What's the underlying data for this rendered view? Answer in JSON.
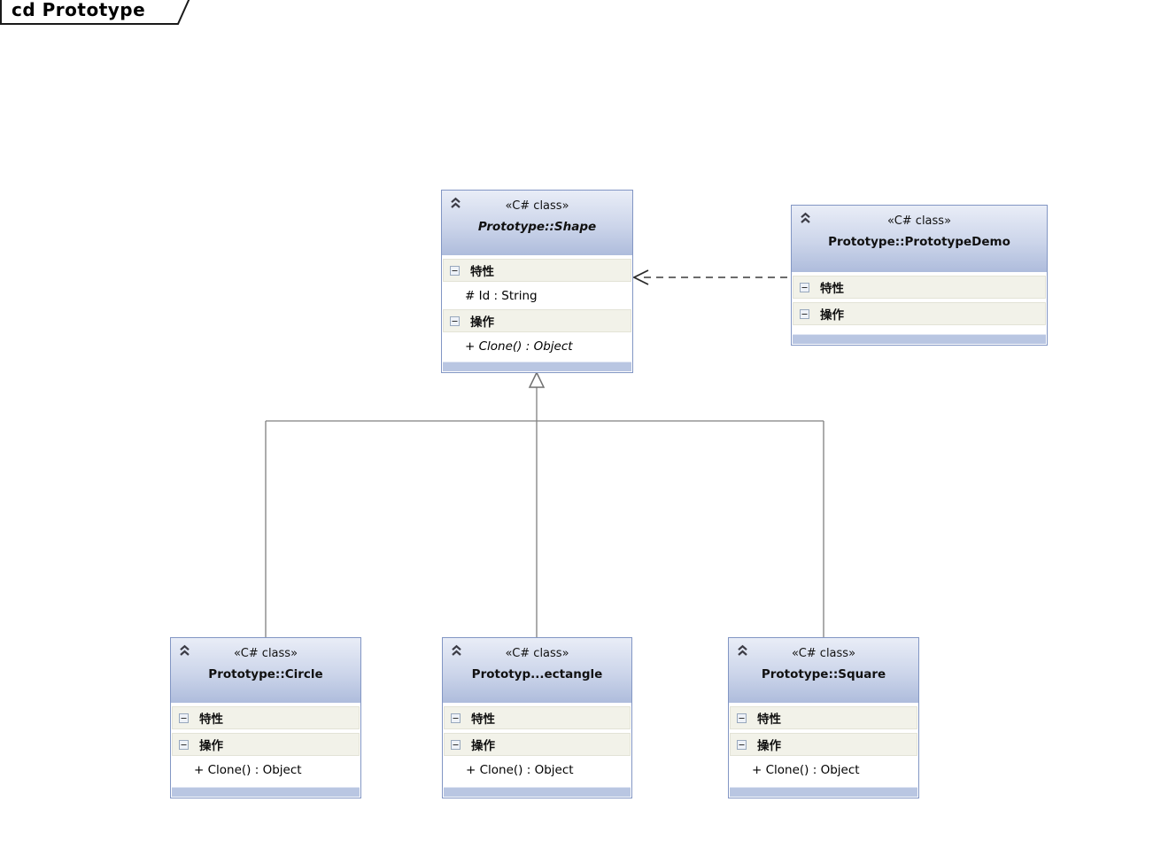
{
  "frame": {
    "label": "cd Prototype"
  },
  "colors": {
    "header_gradient_top": "#e9edf7",
    "header_gradient_bottom": "#aebcdc",
    "box_border": "#8296c4",
    "section_background": "#f2f2e9",
    "footer_strip": "#b9c6e2",
    "generalization_line": "#808080",
    "dependency_line": "#3a3a3a"
  },
  "icons": {
    "collapse_chevron": "double-chevron-up",
    "section_toggle": "minus-box"
  },
  "classes": {
    "shape": {
      "stereotype": "«C# class»",
      "name": "Prototype::Shape",
      "attributes_label": "特性",
      "operations_label": "操作",
      "attributes": [
        "# Id : String"
      ],
      "operations": [
        "+ Clone() : Object"
      ]
    },
    "prototype_demo": {
      "stereotype": "«C# class»",
      "name": "Prototype::PrototypeDemo",
      "attributes_label": "特性",
      "operations_label": "操作"
    },
    "circle": {
      "stereotype": "«C# class»",
      "name": "Prototype::Circle",
      "attributes_label": "特性",
      "operations_label": "操作",
      "operations": [
        "+ Clone() : Object"
      ]
    },
    "rectangle": {
      "stereotype": "«C# class»",
      "name": "Prototyp...ectangle",
      "attributes_label": "特性",
      "operations_label": "操作",
      "operations": [
        "+ Clone() : Object"
      ]
    },
    "square": {
      "stereotype": "«C# class»",
      "name": "Prototype::Square",
      "attributes_label": "特性",
      "operations_label": "操作",
      "operations": [
        "+ Clone() : Object"
      ]
    }
  }
}
